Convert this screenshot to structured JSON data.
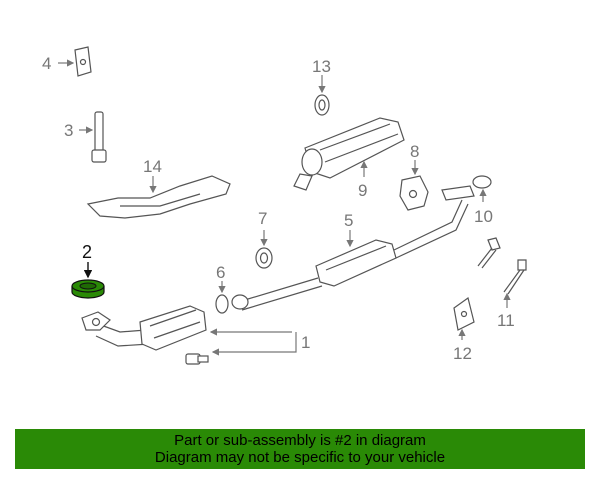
{
  "diagram": {
    "labels": {
      "p1": "1",
      "p2": "2",
      "p3": "3",
      "p4": "4",
      "p5": "5",
      "p6": "6",
      "p7": "7",
      "p8": "8",
      "p9": "9",
      "p10": "10",
      "p11": "11",
      "p12": "12",
      "p13": "13",
      "p14": "14"
    },
    "highlighted_part": "2",
    "colors": {
      "highlight": "#2a8a06",
      "line": "#555555",
      "label": "#777777"
    }
  },
  "footer": {
    "line1": "Part or sub-assembly is #2 in diagram",
    "line2": "Diagram may not be specific to your vehicle",
    "background": "#2a8a06"
  }
}
